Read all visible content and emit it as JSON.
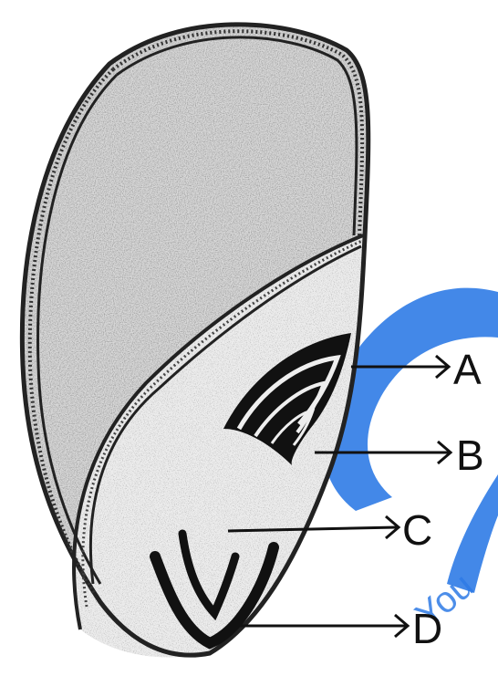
{
  "diagram": {
    "labels": [
      {
        "id": "A",
        "text": "A"
      },
      {
        "id": "B",
        "text": "B"
      },
      {
        "id": "C",
        "text": "C"
      },
      {
        "id": "D",
        "text": "D"
      }
    ]
  },
  "watermark": {
    "text": "You",
    "color": "#2f7be6"
  }
}
